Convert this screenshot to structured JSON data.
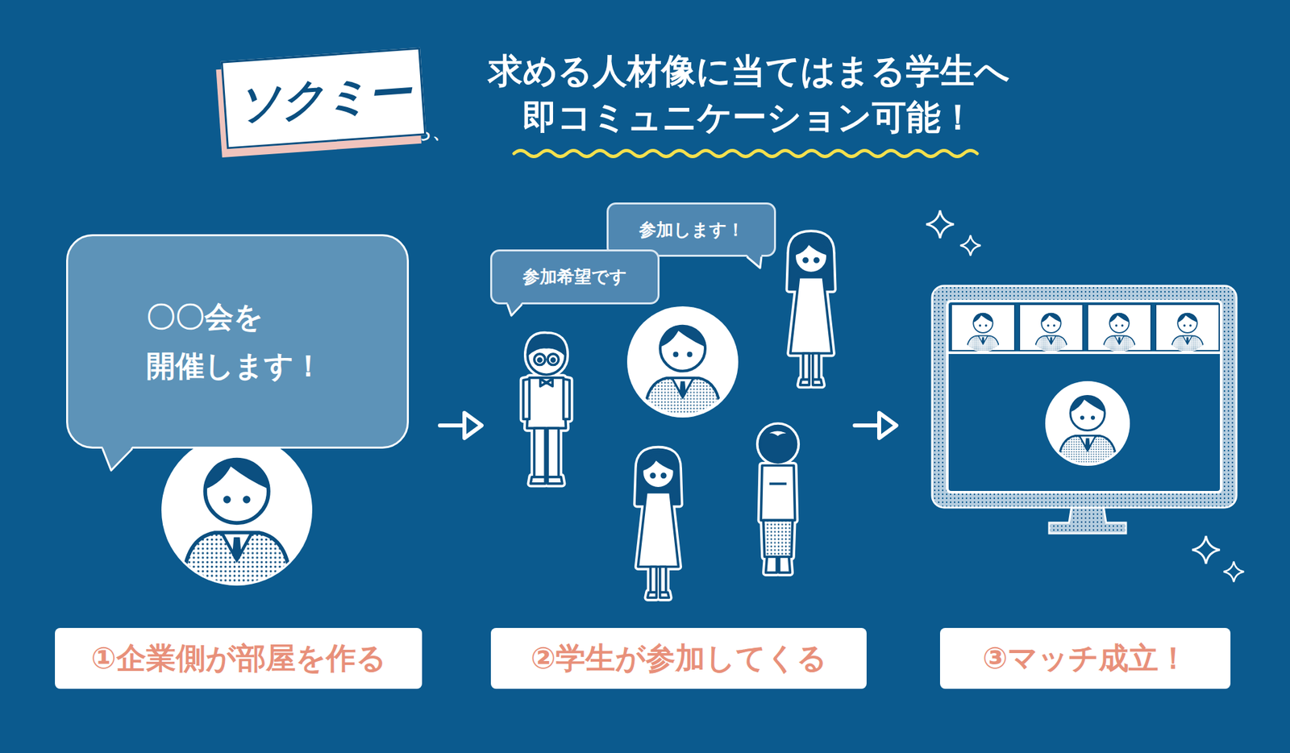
{
  "diagram": {
    "title": "求める人材像に当てはまる学生へ 即コミュニケーション可能！",
    "nodes": [
      {
        "text": [
          "ソクミー"
        ]
      },
      {
        "text": [
          "〇〇会を 開催します！"
        ]
      },
      {
        "text": [
          "参加します！"
        ]
      },
      {
        "text": [
          "参加希望です"
        ]
      },
      {
        "text": [
          "①企業側が部屋を作る"
        ]
      },
      {
        "text": [
          "②学生が参加してくる"
        ]
      },
      {
        "text": [
          "③マッチ成立！"
        ]
      }
    ],
    "labels": [
      "なら、"
    ]
  }
}
